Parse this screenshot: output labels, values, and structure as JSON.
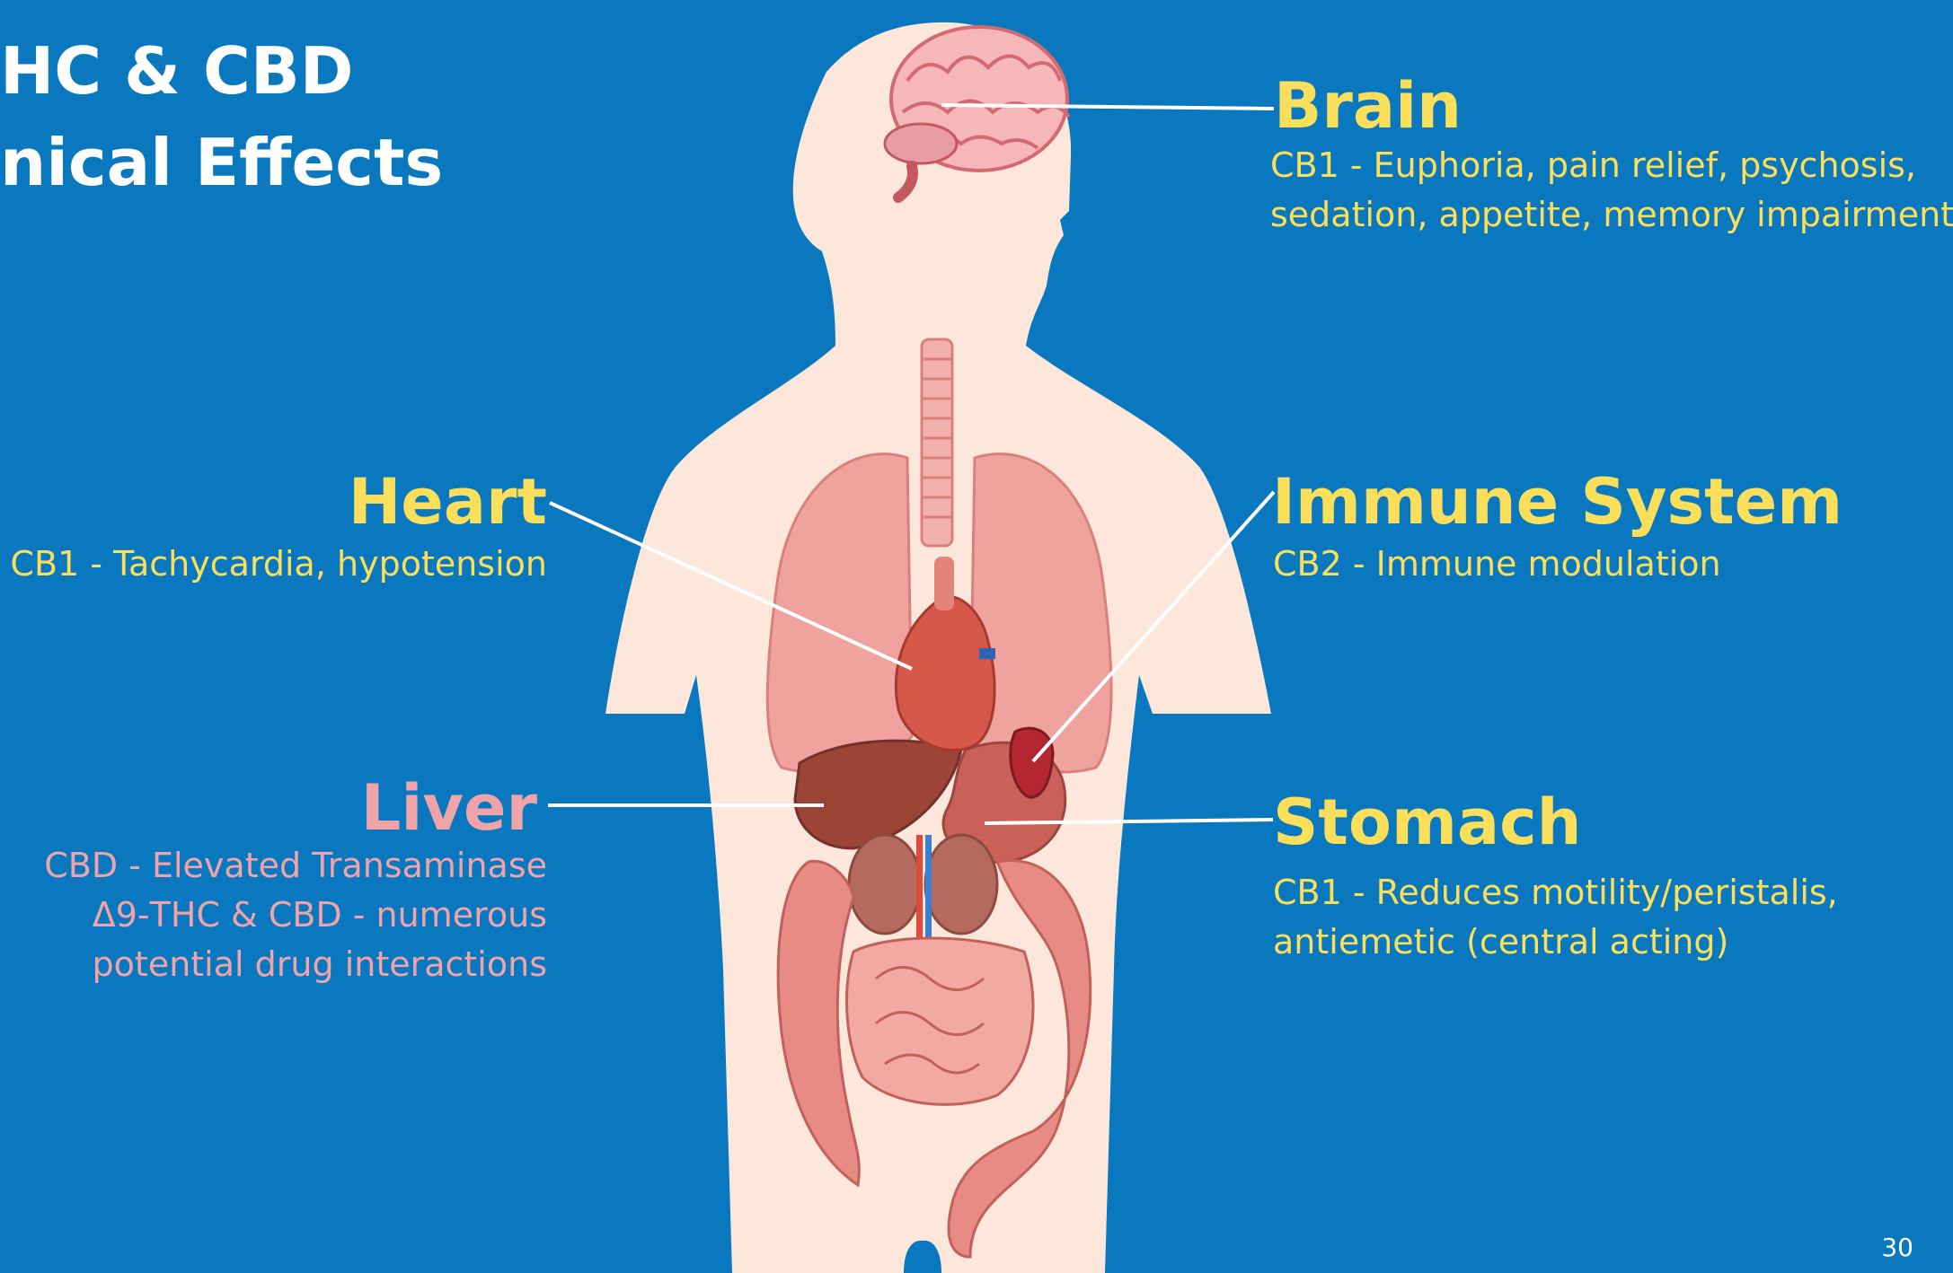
{
  "title": {
    "line1": "HC & CBD",
    "line2": "nical Effects"
  },
  "callouts": {
    "brain": {
      "heading": "Brain",
      "lines": [
        "CB1 - Euphoria, pain relief, psychosis,",
        "sedation, appetite, memory impairment"
      ]
    },
    "heart": {
      "heading": "Heart",
      "lines": [
        "CB1 - Tachycardia, hypotension"
      ]
    },
    "immune": {
      "heading": "Immune System",
      "lines": [
        "CB2 - Immune modulation"
      ]
    },
    "liver": {
      "heading": "Liver",
      "lines": [
        "CBD - Elevated Transaminase",
        "Δ9-THC & CBD - numerous",
        "potential drug interactions"
      ]
    },
    "stomach": {
      "heading": "Stomach",
      "lines": [
        "CB1 - Reduces motility/peristalis,",
        "antiemetic (central acting)"
      ]
    }
  },
  "page_number": "30",
  "colors": {
    "background": "#0a78be",
    "heading_yellow": "#fbdf5a",
    "liver_pink": "#f0a3a8",
    "skin": "#fde6da",
    "organ_red": "#e8807c"
  },
  "icons": [
    "brain-icon",
    "heart-icon",
    "lungs-icon",
    "trachea-icon",
    "liver-icon",
    "stomach-icon",
    "spleen-icon",
    "kidneys-icon",
    "intestines-icon"
  ]
}
